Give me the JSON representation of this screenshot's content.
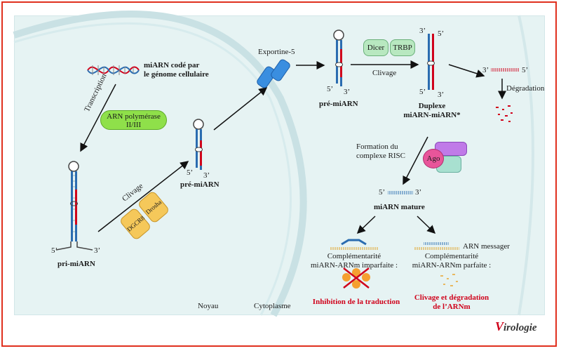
{
  "labels": {
    "mirna_code": "miARN codé par\nle génome cellulaire",
    "transcription": "Transcription",
    "arn_pol": "ARN polymérase\nII/III",
    "pri_5": "5’",
    "pri_3": "3’",
    "pri_mirna": "pri-miARN",
    "clivage1": "Clivage",
    "dgcr8": "DGCR8",
    "drosha": "Drosha",
    "pre1_5": "5’",
    "pre1_3": "3’",
    "pre_mirna1": "pré-miARN",
    "exportine": "Exportine-5",
    "pre2_5": "5’",
    "pre2_3": "3’",
    "pre_mirna2": "pré-miARN",
    "dicer": "Dicer",
    "trbp": "TRBP",
    "clivage2": "Clivage",
    "dup_3_top": "3’",
    "dup_5_top": "5’",
    "dup_5_bot": "5’",
    "dup_3_bot": "3’",
    "duplexe": "Duplexe\nmiARN-miARN*",
    "deg_3": "3’",
    "deg_5": "5’",
    "degradation": "Dégradation",
    "formation": "Formation du\ncomplexe RISC",
    "ago": "Ago",
    "mat_5": "5’",
    "mat_3": "3’",
    "mirna_mature": "miARN mature",
    "arn_messager": "ARN messager",
    "comp_imparfaite": "Complémentarité\nmiARN-ARNm imparfaite :",
    "comp_parfaite": "Complémentarité\nmiARN-ARNm parfaite :",
    "inhibition": "Inhibition de la traduction",
    "clivage_deg": "Clivage et dégradation\nde l’ARNm",
    "noyau": "Noyau",
    "cytoplasme": "Cytoplasme"
  },
  "logo": {
    "first": "V",
    "rest": "irologie"
  },
  "colors": {
    "frame": "#e0301e",
    "background": "#e6f3f3",
    "rna_red": "#d0021b",
    "rna_blue": "#2b6cb0",
    "pol_green": "#8fe04a",
    "enzyme_yellow": "#f5c85a",
    "dicer_green": "#b8e8c0",
    "ago_purple": "#c07ae8",
    "ago_teal": "#a8e0d0",
    "ago_pink": "#e8559a",
    "exportin_blue": "#3a8ee0",
    "ribosome_orange": "#f5a030"
  },
  "icons": [
    "dna-helix-icon",
    "exportin-channel-icon",
    "ribosome-icon",
    "cross-icon",
    "fragments-icon"
  ]
}
